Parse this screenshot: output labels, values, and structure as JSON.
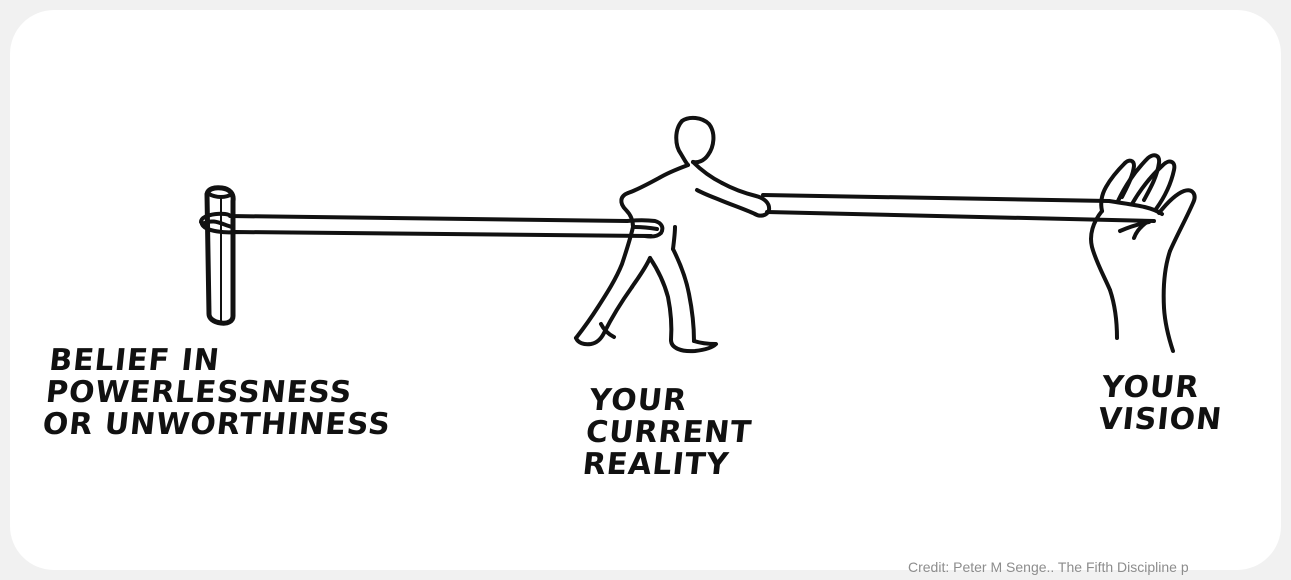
{
  "labels": {
    "belief": [
      "BELIEF IN",
      "POWERLESSNESS",
      "OR UNWORTHINESS"
    ],
    "reality": [
      "YOUR",
      "CURRENT",
      "REALITY"
    ],
    "vision": [
      "YOUR",
      "VISION"
    ]
  },
  "credit": "Credit: Peter M Senge.. The Fifth Discipline p"
}
